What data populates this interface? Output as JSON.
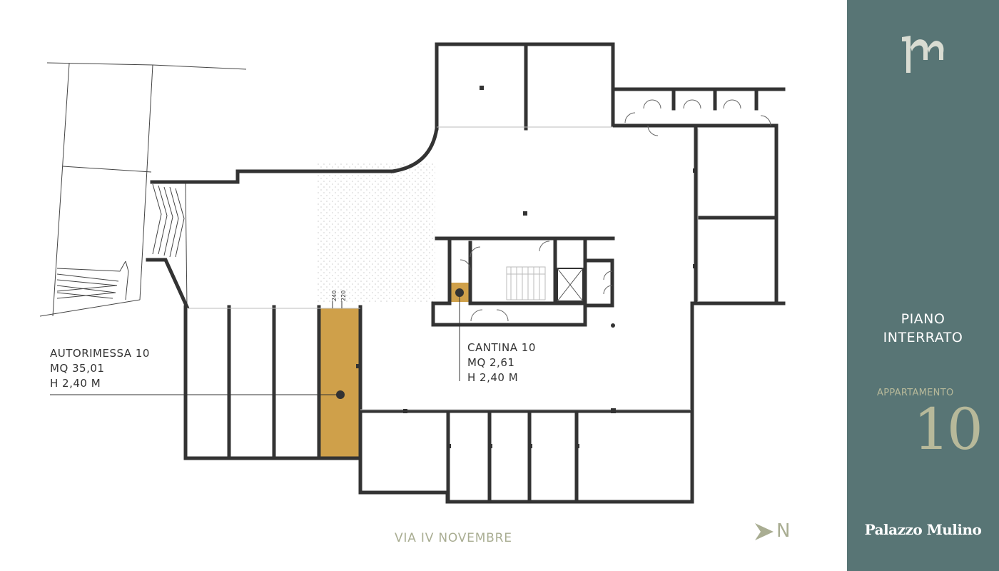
{
  "plan": {
    "garage": {
      "name": "AUTORIMESSA 10",
      "area": "MQ 35,01",
      "height": "H 2,40 M",
      "dim_a": "240",
      "dim_b": "220"
    },
    "cellar": {
      "name": "CANTINA 10",
      "area": "MQ 2,61",
      "height": "H 2,40 M"
    },
    "street": "VIA IV NOVEMBRE",
    "north": "N",
    "colors": {
      "highlight": "#cfa04a",
      "wall": "#333333",
      "accent": "#a9ad92"
    }
  },
  "sidebar": {
    "floor_line1": "PIANO",
    "floor_line2": "INTERRATO",
    "apartment_label": "APPARTAMENTO",
    "apartment_number": "10",
    "brand": "Palazzo Mulino",
    "logo_icon": "pm-monogram-icon",
    "background": "#587575"
  }
}
